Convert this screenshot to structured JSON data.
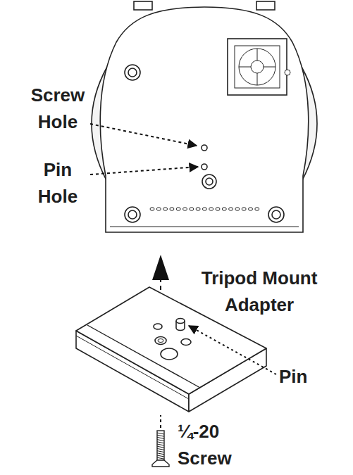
{
  "diagram": {
    "labels": [
      "Screw Hole",
      "Pin Hole",
      "Tripod Mount Adapter",
      "Pin",
      "¼-20 Screw"
    ]
  }
}
